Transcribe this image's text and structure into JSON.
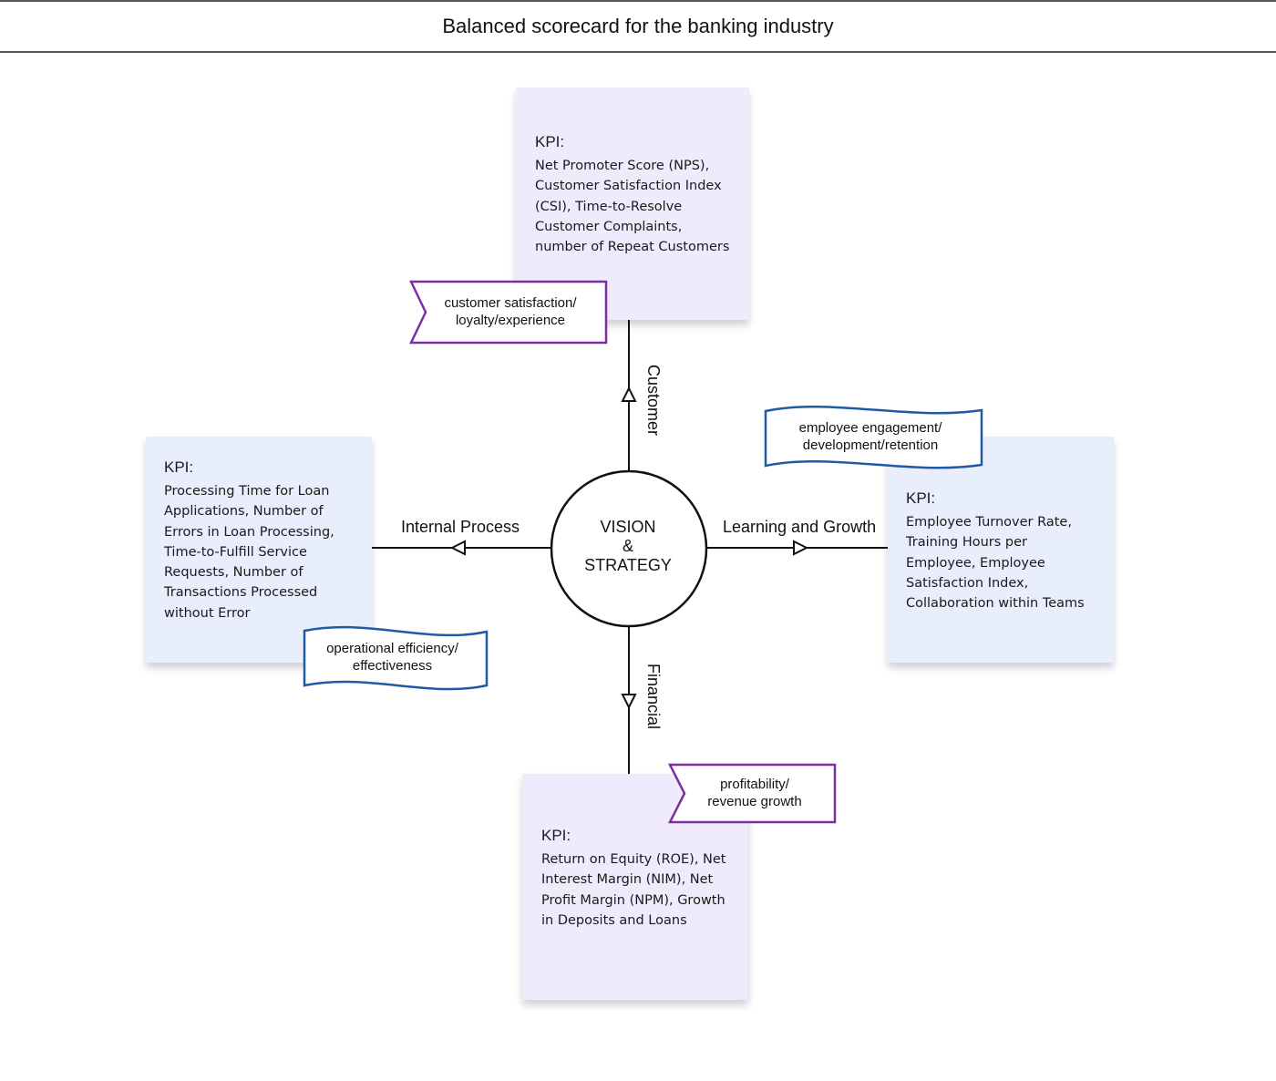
{
  "header": {
    "title": "Balanced scorecard for the banking industry"
  },
  "center": {
    "line1": "VISION",
    "line2": "&",
    "line3": "STRATEGY"
  },
  "perspectives": {
    "customer": "Customer",
    "internal": "Internal Process",
    "learning": "Learning and Growth",
    "financial": "Financial"
  },
  "kpi_notes": {
    "customer": {
      "label": "KPI:",
      "text": "Net Promoter Score (NPS), Customer Satisfaction Index (CSI), Time-to-Resolve Customer Complaints, number of Repeat Customers"
    },
    "internal": {
      "label": "KPI:",
      "text": "Processing Time for Loan Applications, Number of Errors in Loan Processing, Time-to-Fulfill Service Requests, Number of Transactions Processed without Error"
    },
    "learning": {
      "label": "KPI:",
      "text": "Employee Turnover Rate, Training Hours per Employee, Employee Satisfaction Index, Collaboration within Teams"
    },
    "financial": {
      "label": "KPI:",
      "text": "Return on Equity (ROE), Net Interest Margin (NIM), Net Profit Margin (NPM), Growth in Deposits and Loans"
    }
  },
  "tags": {
    "customer": "customer satisfaction/\nloyalty/experience",
    "internal": "operational efficiency/\neffectiveness",
    "learning": "employee engagement/\ndevelopment/retention",
    "financial": "profitability/\nrevenue growth"
  },
  "colors": {
    "purple_note": "#f0ebfc",
    "blue_note": "#e9eefc",
    "purple_stroke": "#7b2fa3",
    "blue_stroke": "#1f5aa6",
    "line": "#111111"
  }
}
